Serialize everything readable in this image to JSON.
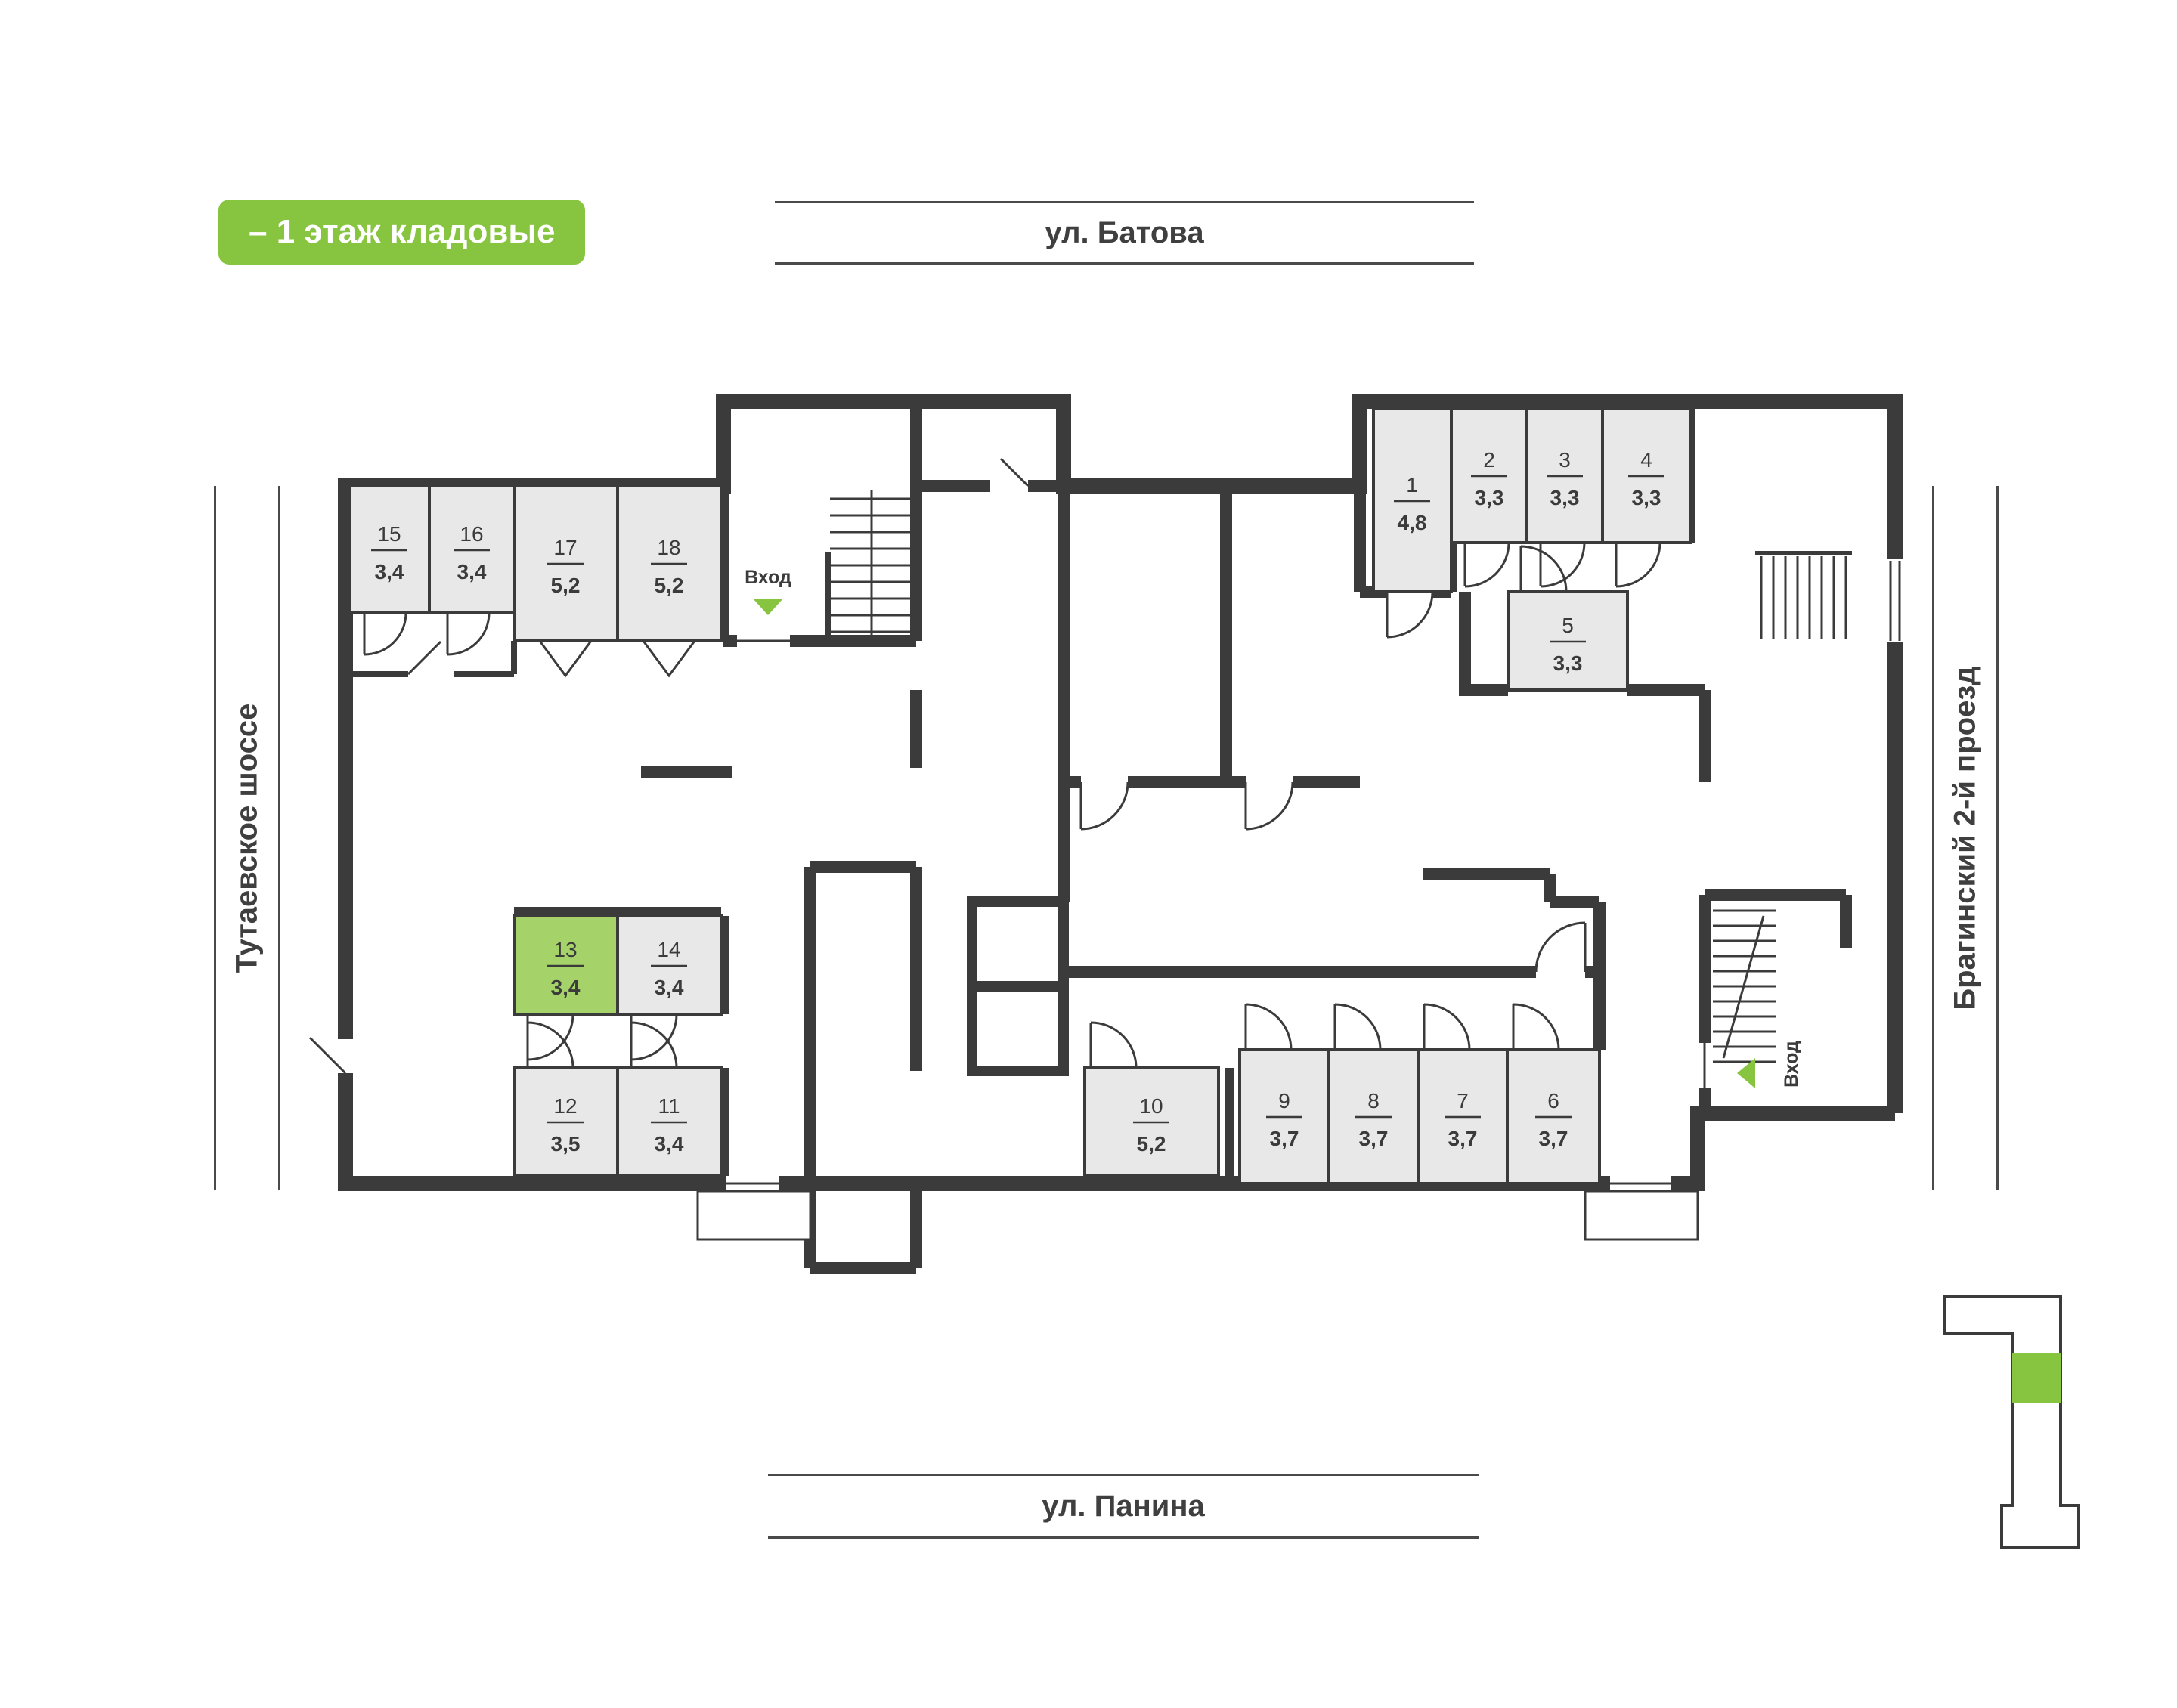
{
  "badge": {
    "label": "– 1 этаж кладовые"
  },
  "streets": {
    "top": "ул. Батова",
    "bottom": "ул. Панина",
    "left": "Тутаевское шоссе",
    "right": "Брагинский 2-й проезд"
  },
  "entrances": {
    "top_label": "Вход",
    "right_label": "Вход"
  },
  "colors": {
    "accent_green": "#87c540",
    "room_highlight": "#a5d36a",
    "room_fill": "#e8e8e8",
    "wall": "#3b3b3b"
  },
  "rooms": {
    "r1": {
      "num": "1",
      "area": "4,8"
    },
    "r2": {
      "num": "2",
      "area": "3,3"
    },
    "r3": {
      "num": "3",
      "area": "3,3"
    },
    "r4": {
      "num": "4",
      "area": "3,3"
    },
    "r5": {
      "num": "5",
      "area": "3,3"
    },
    "r6": {
      "num": "6",
      "area": "3,7"
    },
    "r7": {
      "num": "7",
      "area": "3,7"
    },
    "r8": {
      "num": "8",
      "area": "3,7"
    },
    "r9": {
      "num": "9",
      "area": "3,7"
    },
    "r10": {
      "num": "10",
      "area": "5,2"
    },
    "r11": {
      "num": "11",
      "area": "3,4"
    },
    "r12": {
      "num": "12",
      "area": "3,5"
    },
    "r13": {
      "num": "13",
      "area": "3,4"
    },
    "r14": {
      "num": "14",
      "area": "3,4"
    },
    "r15": {
      "num": "15",
      "area": "3,4"
    },
    "r16": {
      "num": "16",
      "area": "3,4"
    },
    "r17": {
      "num": "17",
      "area": "5,2"
    },
    "r18": {
      "num": "18",
      "area": "5,2"
    }
  }
}
